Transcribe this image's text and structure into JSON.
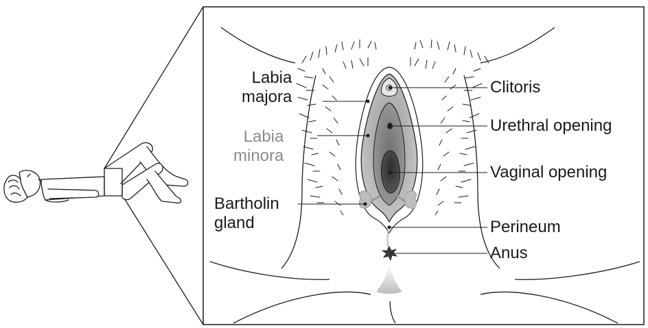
{
  "labels": {
    "labia_majora": [
      "Labia",
      "majora"
    ],
    "labia_minora": [
      "Labia",
      "minora"
    ],
    "bartholin_gland": [
      "Bartholin",
      "gland"
    ],
    "clitoris": "Clitoris",
    "urethral_opening": "Urethral opening",
    "vaginal_opening": "Vaginal opening",
    "perineum": "Perineum",
    "anus": "Anus"
  },
  "colors": {
    "line": "#1a1a1a",
    "minora_label": "#8c8c8c",
    "tissue_light": "#d9d9d9",
    "tissue_mid": "#a6a6a6",
    "tissue_dark": "#5a5a5a"
  }
}
